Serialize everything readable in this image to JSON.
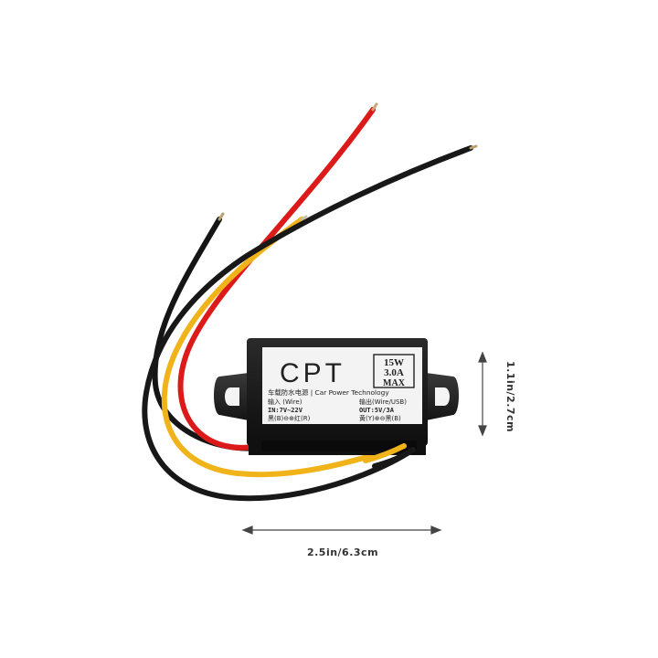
{
  "product": {
    "brand": "CPT",
    "rating": {
      "power": "15W",
      "current": "3.0A",
      "suffix": "MAX"
    },
    "subtitle": "车载防水电源 | Car Power Technology",
    "input": {
      "heading": "输入 (Wire)",
      "range": "IN:7V~22V",
      "polarity": "黑(B)⊖⊕红(R)"
    },
    "output": {
      "heading": "输出(Wire/USB)",
      "range": "OUT:5V/3A",
      "polarity": "黄(Y)⊕⊖黑(B)"
    }
  },
  "dimensions": {
    "width": "2.5in/6.3cm",
    "height": "1.1in/2.7cm"
  },
  "colors": {
    "background": "#ffffff",
    "casing": "#1a1a1a",
    "label": "#f2f2f2",
    "wire_red": "#e01c1c",
    "wire_yellow": "#f2b418",
    "wire_black": "#1c1c1c"
  }
}
